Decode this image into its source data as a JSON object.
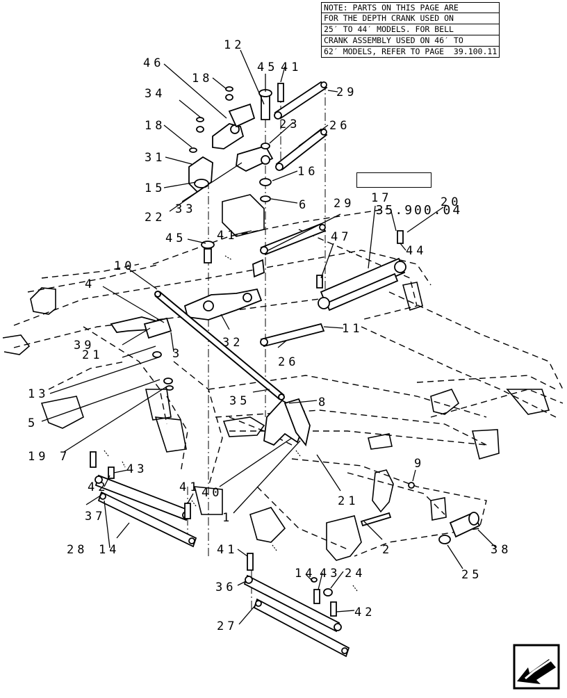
{
  "note_lines": [
    "NOTE: PARTS ON THIS PAGE ARE",
    "FOR THE DEPTH CRANK USED ON",
    "25′ TO 44′ MODELS. FOR BELL",
    "CRANK ASSEMBLY USED ON 46′ TO",
    "62′ MODELS, REFER TO PAGE  39.100.11"
  ],
  "reference_code": "35.900.04",
  "callouts": [
    "46",
    "12",
    "45",
    "41",
    "18",
    "29",
    "34",
    "23",
    "26",
    "18",
    "31",
    "16",
    "15",
    "33",
    "6",
    "22",
    "29",
    "17",
    "20",
    "45",
    "41",
    "47",
    "44",
    "10",
    "4",
    "32",
    "11",
    "39",
    "21",
    "3",
    "26",
    "13",
    "35",
    "8",
    "5",
    "19",
    "7",
    "40",
    "21",
    "9",
    "42",
    "43",
    "37",
    "41",
    "1",
    "2",
    "38",
    "28",
    "14",
    "25",
    "41",
    "14",
    "43",
    "24",
    "36",
    "42",
    "27"
  ],
  "nav_icon": "return-arrow-icon"
}
